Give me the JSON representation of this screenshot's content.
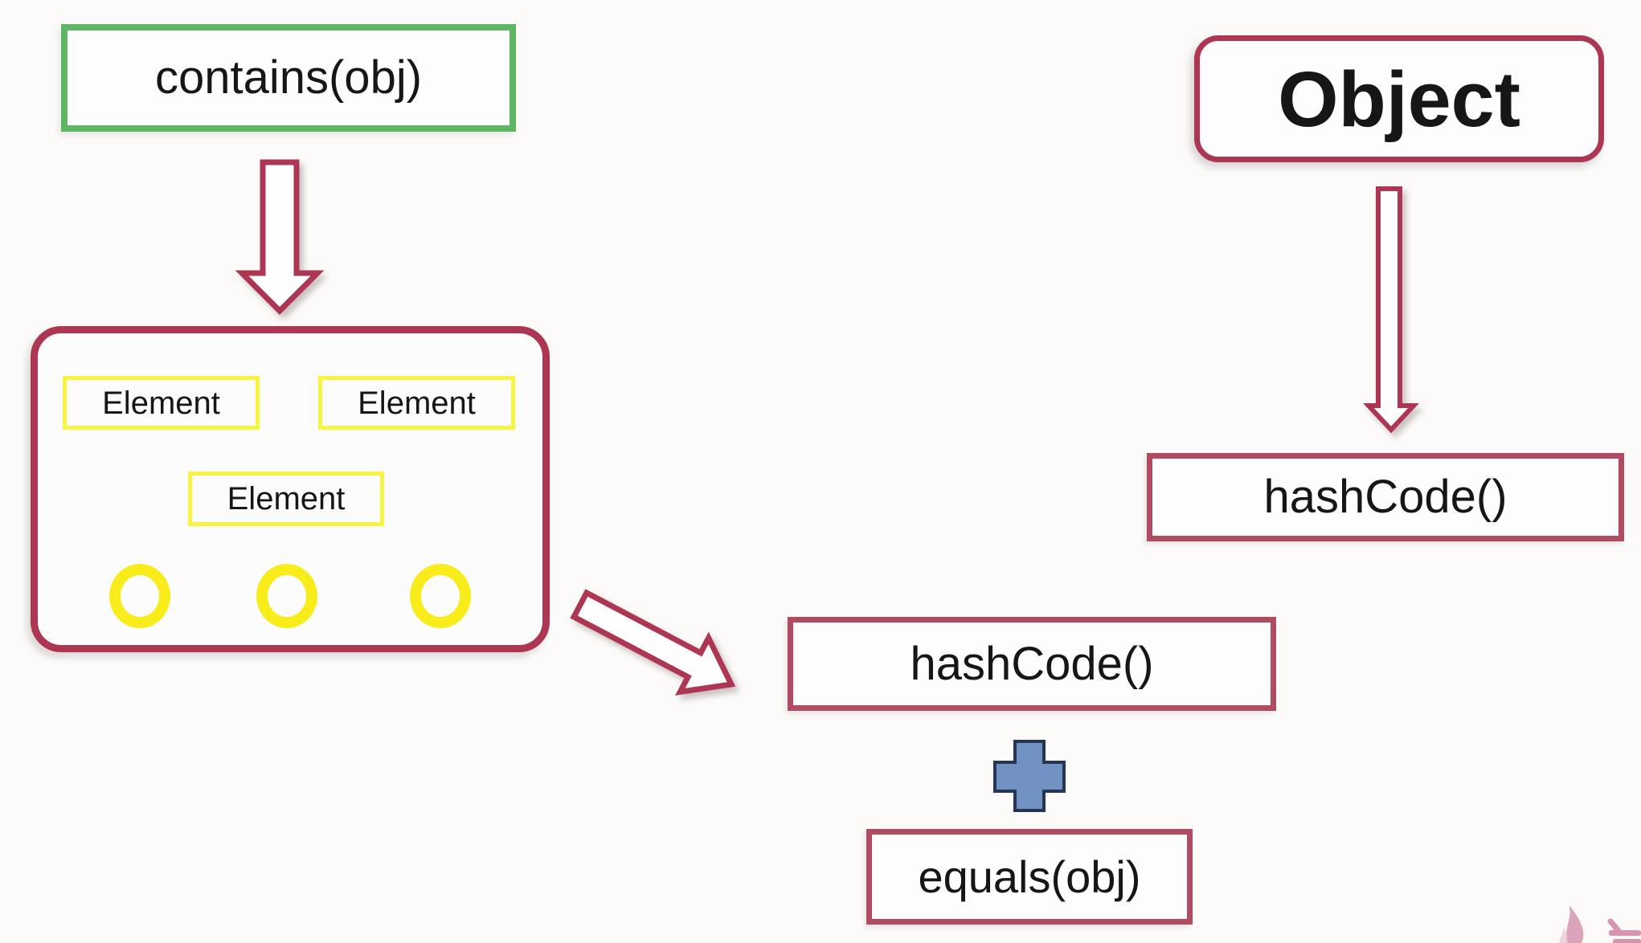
{
  "diagram": {
    "contains_box": {
      "label": "contains(obj)"
    },
    "collection_box": {
      "element_labels": [
        "Element",
        "Element",
        "Element"
      ],
      "circle_count": 3
    },
    "hashcode_center_box": {
      "label": "hashCode()"
    },
    "equals_box": {
      "label": "equals(obj)"
    },
    "object_box": {
      "label": "Object"
    },
    "hashcode_right_box": {
      "label": "hashCode()"
    }
  },
  "icons": {
    "down_arrow": "down-arrow-icon",
    "diagonal_arrow": "diagonal-down-right-arrow-icon",
    "object_down_arrow": "down-arrow-icon",
    "plus": "plus-icon",
    "watermark": "partial-pink-logo"
  },
  "colors": {
    "bg": "#fcfbfa",
    "ink": "#161616",
    "green": "#5eb663",
    "crimson": "#ad3653",
    "crimson-light": "#b14b62",
    "yellow": "#f8f440",
    "yellow2": "#f8ec1a",
    "blue": "#7191c3",
    "blue-border": "#243652",
    "pink": "#cf82a1"
  }
}
